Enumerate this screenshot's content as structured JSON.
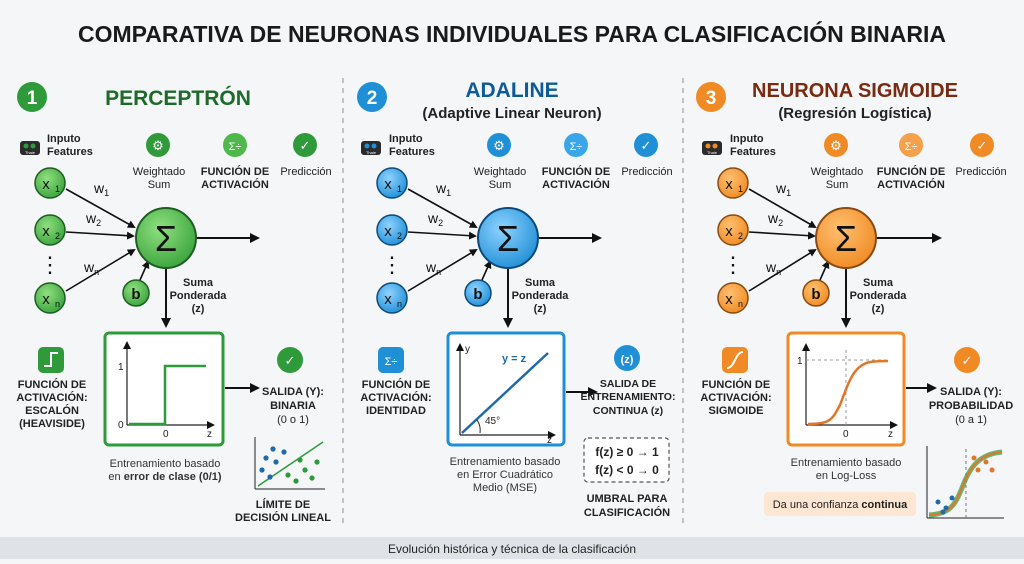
{
  "title": "COMPARATIVA DE NEURONAS INDIVIDUALES PARA CLASIFICACIÓN BINARIA",
  "footer": "Evolución histórica y técnica de la clasificación",
  "common": {
    "input_features_1": "Inputo",
    "input_features_2": "Features",
    "icon_badge": "Thaie",
    "weighted_sum_1": "Weightado",
    "weighted_sum_2": "Sum",
    "activation_fn_1": "FUNCIÓN DE",
    "activation_fn_2": "ACTIVACIÓN",
    "prediction": "Predicción",
    "x1": "x",
    "x2": "x",
    "xn": "x",
    "sub1": "1",
    "sub2": "2",
    "subn": "n",
    "w": "w",
    "bias": "b",
    "sigma": "Σ",
    "sum_1": "Suma",
    "sum_2": "Ponderada",
    "sum_3": "(z)",
    "dots": "⋮"
  },
  "panels": [
    {
      "number": "1",
      "name": "PERCEPTRÓN",
      "subtitle": "",
      "color": "#2e9a3a",
      "act_label_1": "FUNCIÓN DE",
      "act_label_2": "ACTIVACIÓN:",
      "act_label_3": "ESCALÓN",
      "act_label_4": "(HEAVISIDE)",
      "plot_y1": "1",
      "plot_y0": "0",
      "plot_x0": "0",
      "plot_x": "z",
      "output_1": "SALIDA (Y):",
      "output_2": "BINARIA",
      "output_3": "(0 o 1)",
      "train_1": "Entrenamiento basado",
      "train_2a": "en ",
      "train_2b": "error de clase (0/1)",
      "extra_1": "LÍMITE DE",
      "extra_2": "DECISIÓN LINEAL"
    },
    {
      "number": "2",
      "name": "ADALINE",
      "subtitle": "(Adaptive Linear Neuron)",
      "color": "#1f8fd6",
      "act_label_1": "FUNCIÓN DE",
      "act_label_2": "ACTIVACIÓN:",
      "act_label_3": "IDENTIDAD",
      "plot_y": "y",
      "plot_x": "z",
      "plot_eq": "y = z",
      "plot_angle": "45°",
      "output_1": "SALIDA DE",
      "output_2": "ENTRENAMIENTO:",
      "output_3": "CONTINUA (z)",
      "z_badge": "(z)",
      "threshold_1": "f(z) ≥ 0 → 1",
      "threshold_2": "f(z) < 0 → 0",
      "train_1": "Entrenamiento basado",
      "train_2": "en Error Cuadrático",
      "train_3": "Medio (MSE)",
      "extra_1": "UMBRAL PARA",
      "extra_2": "CLASIFICACIÓN"
    },
    {
      "number": "3",
      "name": "NEURONA SIGMOIDE",
      "subtitle": "(Regresión Logística)",
      "color": "#f08a24",
      "act_label_1": "FUNCIÓN DE",
      "act_label_2": "ACTIVACIÓN:",
      "act_label_3": "SIGMOIDE",
      "plot_y1": "1",
      "plot_x0": "0",
      "plot_x": "z",
      "output_1": "SALIDA (Y):",
      "output_2": "PROBABILIDAD",
      "output_3": "(0 a 1)",
      "train_1": "Entrenamiento basado",
      "train_2": "en Log-Loss",
      "confidence_a": "Da una confianza ",
      "confidence_b": "continua"
    }
  ],
  "colors": {
    "green": "#2e9a3a",
    "blue": "#1f8fd6",
    "orange": "#f08a24",
    "title": "#1a1a1a",
    "perceptron_title": "#1e6a2a",
    "adaline_title": "#0d5c99",
    "sigmoid_title": "#7a2a10"
  }
}
